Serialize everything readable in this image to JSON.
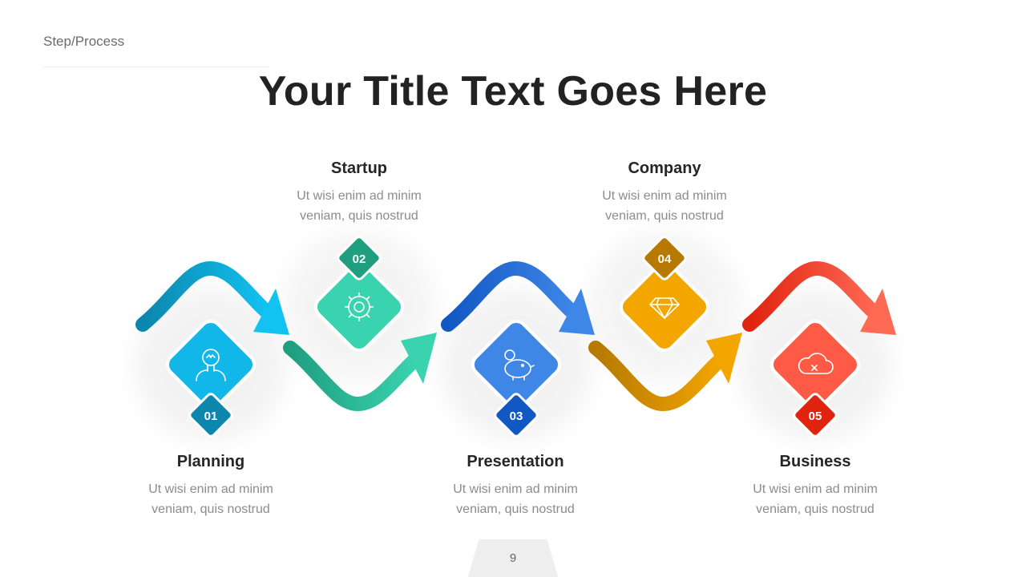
{
  "header": {
    "breadcrumb": "Step/Process",
    "title": "Your Title Text Goes Here"
  },
  "steps": [
    {
      "number": "01",
      "title": "Planning",
      "description": [
        "Ut wisi enim ad minim",
        "veniam, quis nostrud"
      ],
      "icon": "lightbulb-head-icon",
      "color": "#12b7ea",
      "badge_color": "#0c86ad"
    },
    {
      "number": "02",
      "title": "Startup",
      "description": [
        "Ut wisi enim ad minim",
        "veniam, quis nostrud"
      ],
      "icon": "gear-icon",
      "color": "#3ad3b0",
      "badge_color": "#1f9e80"
    },
    {
      "number": "03",
      "title": "Presentation",
      "description": [
        "Ut wisi enim ad minim",
        "veniam, quis nostrud"
      ],
      "icon": "piggy-bank-icon",
      "color": "#3f87e6",
      "badge_color": "#1158c4"
    },
    {
      "number": "04",
      "title": "Company",
      "description": [
        "Ut wisi enim ad minim",
        "veniam, quis nostrud"
      ],
      "icon": "diamond-icon",
      "color": "#f3a600",
      "badge_color": "#b77900"
    },
    {
      "number": "05",
      "title": "Business",
      "description": [
        "Ut wisi enim ad minim",
        "veniam, quis nostrud"
      ],
      "icon": "cloud-icon",
      "color": "#ff5a45",
      "badge_color": "#e0230f"
    }
  ],
  "footer": {
    "page_number": "9"
  }
}
